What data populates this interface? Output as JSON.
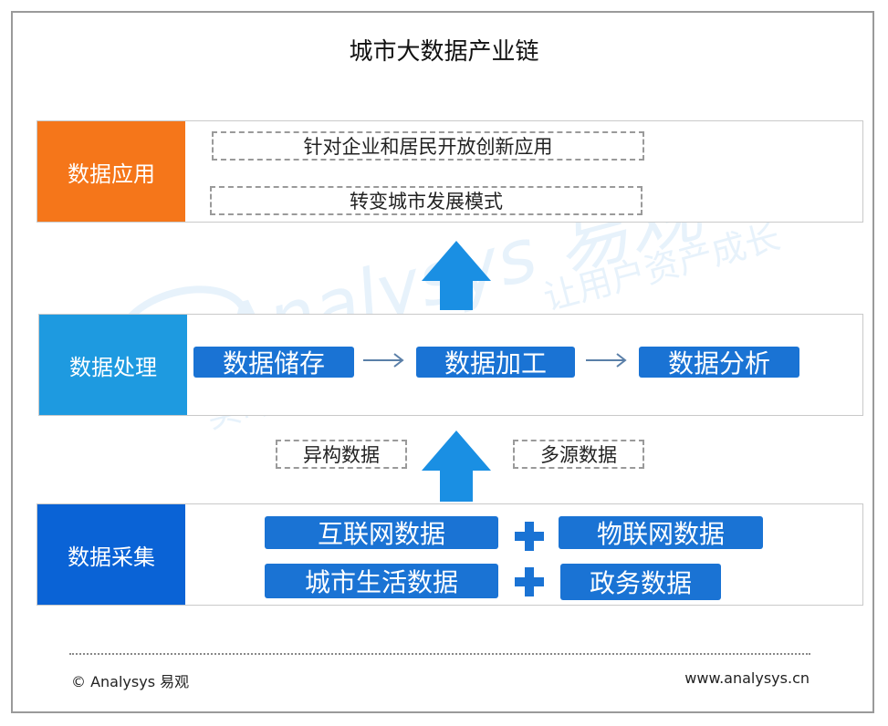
{
  "title": "城市大数据产业链",
  "layers": {
    "application": {
      "label": "数据应用",
      "color": "#f5761a",
      "items": [
        "针对企业和居民开放创新应用",
        "转变城市发展模式"
      ]
    },
    "processing": {
      "label": "数据处理",
      "color": "#1e9ae0",
      "steps": [
        "数据储存",
        "数据加工",
        "数据分析"
      ]
    },
    "collection": {
      "label": "数据采集",
      "color": "#0a63d6",
      "sources": [
        "互联网数据",
        "物联网数据",
        "城市生活数据",
        "政务数据"
      ]
    }
  },
  "data_traits": [
    "异构数据",
    "多源数据"
  ],
  "watermark": {
    "brand": "Analysys 易观",
    "slogan_top": "让用户资产成长",
    "slogan_bottom": "实时分析驱动"
  },
  "footer": {
    "copyright": "© Analysys 易观",
    "url": "www.analysys.cn"
  },
  "colors": {
    "pill": "#1a73d4",
    "arrow": "#1a8fe3",
    "dashed_border": "#9a9a9a"
  }
}
